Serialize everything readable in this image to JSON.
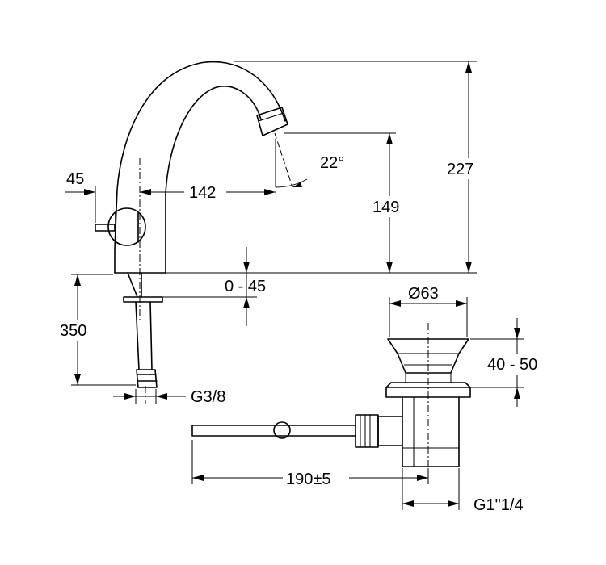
{
  "dimensions": {
    "height_total": "227",
    "spout_height": "149",
    "reach": "142",
    "handle_offset": "45",
    "spout_angle": "22°",
    "deck_thickness": "0 - 45",
    "hose_length": "350",
    "hose_thread": "G3/8",
    "waste_diameter": "Ø63",
    "waste_range": "40 - 50",
    "rod_length": "190±5",
    "waste_thread": "G1\"1/4"
  }
}
